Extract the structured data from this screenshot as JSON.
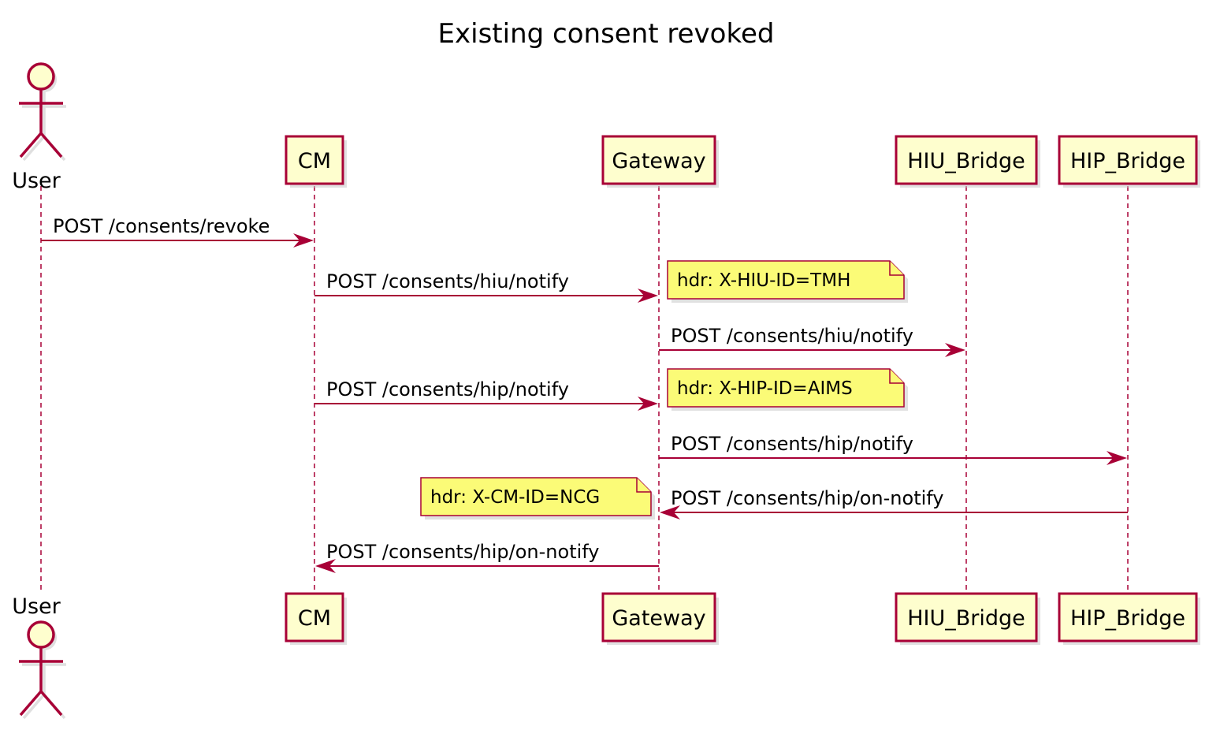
{
  "diagram": {
    "title": "Existing consent revoked",
    "colors": {
      "border": "#A80036",
      "participant_fill": "#FEFECE",
      "note_fill": "#FBFB77"
    },
    "participants": [
      {
        "id": "user",
        "label": "User",
        "kind": "actor"
      },
      {
        "id": "cm",
        "label": "CM",
        "kind": "participant"
      },
      {
        "id": "gateway",
        "label": "Gateway",
        "kind": "participant"
      },
      {
        "id": "hiu_bridge",
        "label": "HIU_Bridge",
        "kind": "participant"
      },
      {
        "id": "hip_bridge",
        "label": "HIP_Bridge",
        "kind": "participant"
      }
    ],
    "messages": [
      {
        "from": "user",
        "to": "cm",
        "label": "POST /consents/revoke"
      },
      {
        "from": "cm",
        "to": "gateway",
        "label": "POST /consents/hiu/notify"
      },
      {
        "from": "gateway",
        "to": "hiu_bridge",
        "label": "POST /consents/hiu/notify"
      },
      {
        "from": "cm",
        "to": "gateway",
        "label": "POST /consents/hip/notify"
      },
      {
        "from": "gateway",
        "to": "hip_bridge",
        "label": "POST /consents/hip/notify"
      },
      {
        "from": "hip_bridge",
        "to": "gateway",
        "label": "POST /consents/hip/on-notify"
      },
      {
        "from": "gateway",
        "to": "cm",
        "label": "POST /consents/hip/on-notify"
      }
    ],
    "notes": [
      {
        "message_index": 1,
        "side": "right",
        "text": "hdr: X-HIU-ID=TMH"
      },
      {
        "message_index": 3,
        "side": "right",
        "text": "hdr: X-HIP-ID=AIMS"
      },
      {
        "message_index": 5,
        "side": "left",
        "text": "hdr: X-CM-ID=NCG"
      }
    ]
  }
}
